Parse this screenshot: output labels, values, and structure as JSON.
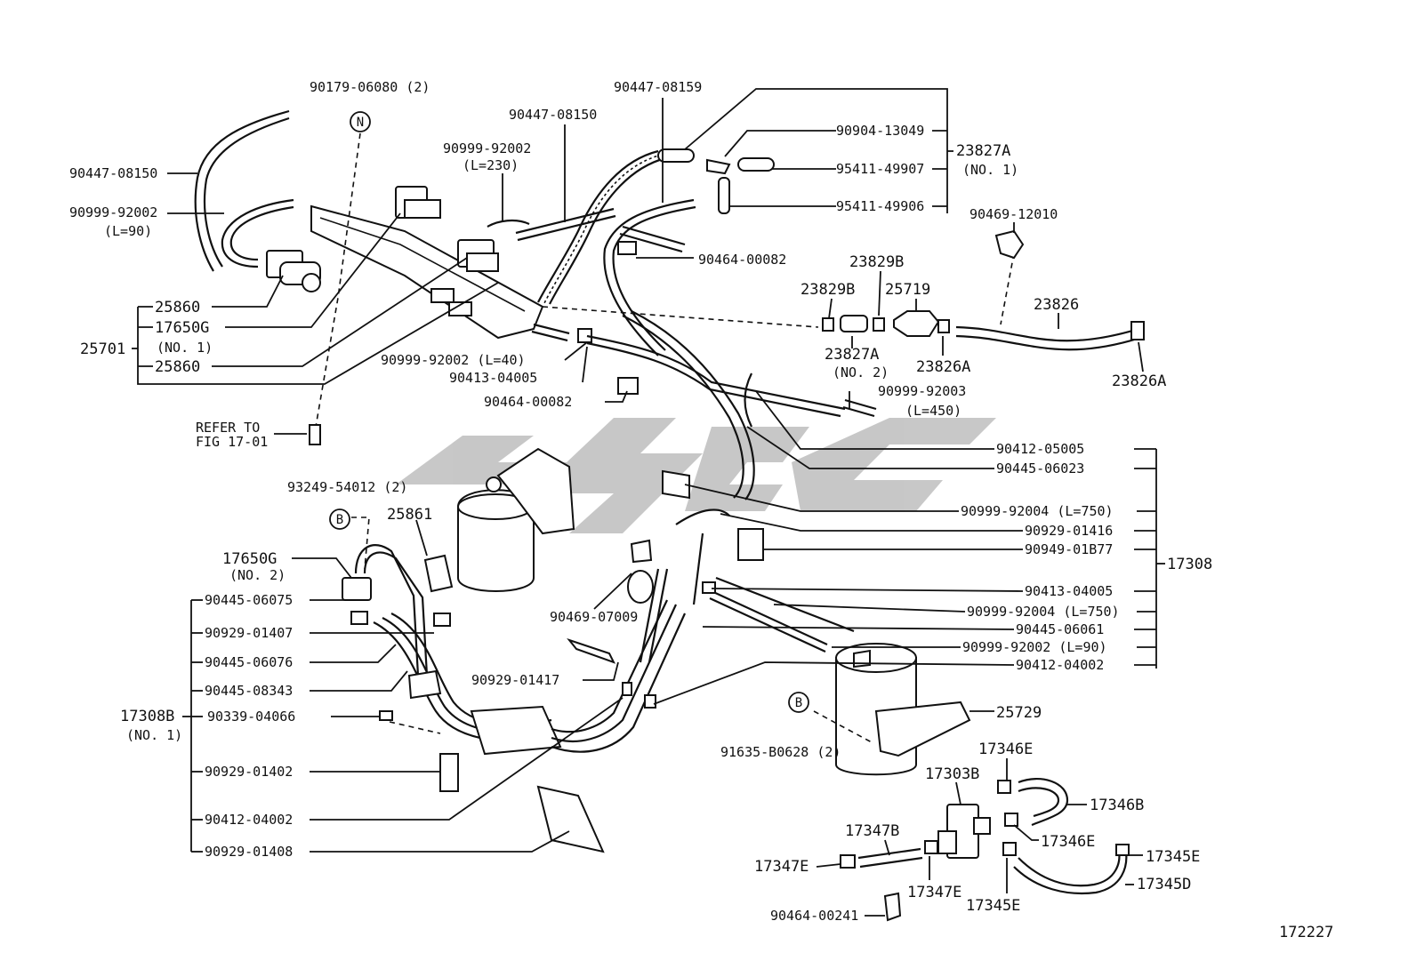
{
  "diagram": {
    "figure_number": "172227",
    "watermark_color": "#9a9a9a",
    "labels": {
      "p_90179_06080": "90179-06080 (2)",
      "circle_n": "N",
      "p_90447_08150_a": "90447-08150",
      "p_90999_92002_l90_a": "90999-92002",
      "l90": "(L=90)",
      "p_25860_a": "25860",
      "p_17650g_no1": "17650G",
      "no1_a": "(NO. 1)",
      "p_25701": "25701",
      "p_25860_b": "25860",
      "refer_to": "REFER TO",
      "fig_17_01": "FIG 17-01",
      "p_90447_08150_b": "90447-08150",
      "p_90999_92002_l230": "90999-92002",
      "l230": "(L=230)",
      "p_90447_08159": "90447-08159",
      "p_90904_13049": "90904-13049",
      "p_95411_49907": "95411-49907",
      "p_95411_49906": "95411-49906",
      "p_23827a_no1": "23827A",
      "no1_b": "(NO. 1)",
      "p_90469_12010": "90469-12010",
      "p_90464_00082_a": "90464-00082",
      "p_23829b_a": "23829B",
      "p_23829b_b": "23829B",
      "p_25719": "25719",
      "p_23826": "23826",
      "p_23827a_no2": "23827A",
      "no2_a": "(NO. 2)",
      "p_23826a_a": "23826A",
      "p_23826a_b": "23826A",
      "p_90999_92002_l40": "90999-92002 (L=40)",
      "p_90413_04005_a": "90413-04005",
      "p_90464_00082_b": "90464-00082",
      "p_90999_92003": "90999-92003",
      "l450": "(L=450)",
      "p_90412_05005": "90412-05005",
      "p_90445_06023": "90445-06023",
      "p_93249_54012": "93249-54012 (2)",
      "circle_b_a": "B",
      "p_25861": "25861",
      "p_17650g_no2": "17650G",
      "no2_b": "(NO. 2)",
      "p_90999_92004_a": "90999-92004 (L=750)",
      "p_90929_01416": "90929-01416",
      "p_90949_01b77": "90949-01B77",
      "p_17308": "17308",
      "p_90413_04005_b": "90413-04005",
      "p_90999_92004_b": "90999-92004 (L=750)",
      "p_90445_06061": "90445-06061",
      "p_90999_92002_l90_b": "90999-92002 (L=90)",
      "p_90412_04002_a": "90412-04002",
      "p_90445_06075": "90445-06075",
      "p_90929_01407": "90929-01407",
      "p_90445_06076": "90445-06076",
      "p_90445_08343": "90445-08343",
      "p_17308b": "17308B",
      "no1_c": "(NO. 1)",
      "p_90339_04066": "90339-04066",
      "p_90929_01402": "90929-01402",
      "p_90412_04002_b": "90412-04002",
      "p_90929_01408": "90929-01408",
      "p_90469_07009": "90469-07009",
      "p_90929_01417": "90929-01417",
      "p_25729": "25729",
      "circle_b_b": "B",
      "p_91635_b0628": "91635-B0628 (2)",
      "p_17346e_a": "17346E",
      "p_17303b": "17303B",
      "p_17346b": "17346B",
      "p_17347b": "17347B",
      "p_17346e_b": "17346E",
      "p_17345e_a": "17345E",
      "p_17347e_a": "17347E",
      "p_17347e_b": "17347E",
      "p_17345e_b": "17345E",
      "p_17345d": "17345D",
      "p_90464_00241": "90464-00241"
    }
  }
}
